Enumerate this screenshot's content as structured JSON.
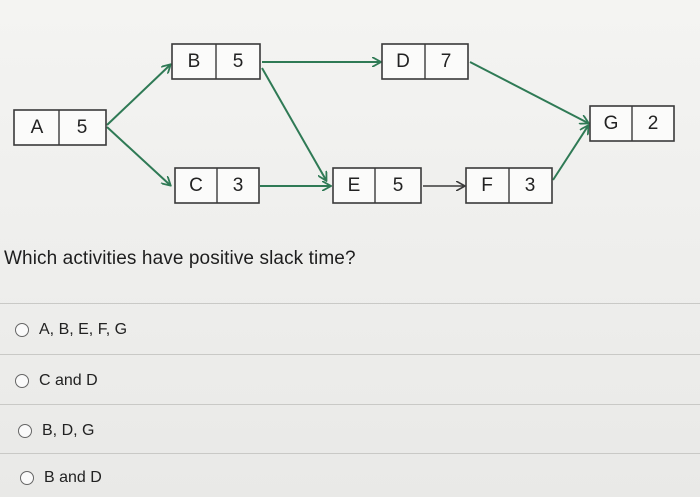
{
  "diagram": {
    "nodes": [
      {
        "id": "A",
        "label": "A",
        "duration": "5"
      },
      {
        "id": "B",
        "label": "B",
        "duration": "5"
      },
      {
        "id": "C",
        "label": "C",
        "duration": "3"
      },
      {
        "id": "D",
        "label": "D",
        "duration": "7"
      },
      {
        "id": "E",
        "label": "E",
        "duration": "5"
      },
      {
        "id": "F",
        "label": "F",
        "duration": "3"
      },
      {
        "id": "G",
        "label": "G",
        "duration": "2"
      }
    ],
    "edges": [
      [
        "A",
        "B"
      ],
      [
        "A",
        "C"
      ],
      [
        "B",
        "D"
      ],
      [
        "B",
        "E"
      ],
      [
        "C",
        "E"
      ],
      [
        "E",
        "F"
      ],
      [
        "D",
        "G"
      ],
      [
        "F",
        "G"
      ]
    ]
  },
  "question": {
    "text": "Which activities have positive slack time?"
  },
  "options": [
    {
      "label": "A, B, E, F, G"
    },
    {
      "label": "C and D"
    },
    {
      "label": "B, D, G"
    },
    {
      "label": "B and D"
    }
  ]
}
